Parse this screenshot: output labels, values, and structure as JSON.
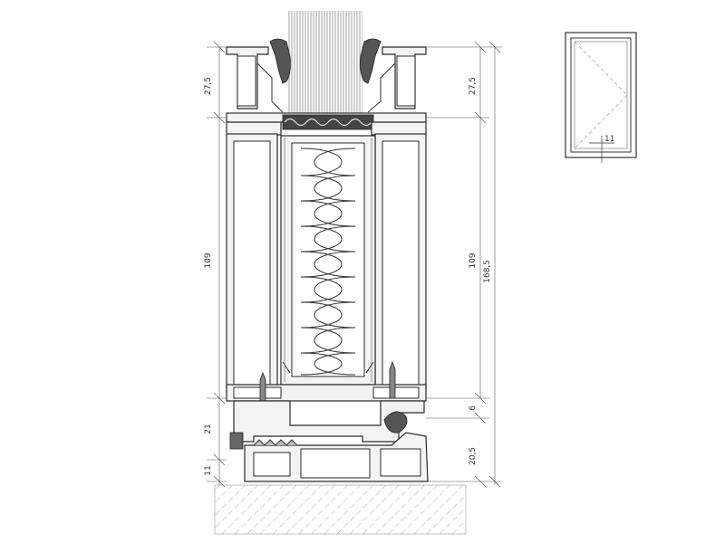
{
  "dimensions": {
    "left_top": "27,5",
    "left_mid": "109",
    "left_lower": "21",
    "left_bottom": "11",
    "right_top": "27,5",
    "right_mid": "109",
    "right_total": "168,5",
    "right_small": "6",
    "right_bottom": "20,5"
  },
  "thumbnail": {
    "label": "11"
  },
  "colors": {
    "stroke": "#2a2a2a",
    "profile_fill": "#f3f3f3",
    "gasket": "#555555",
    "hatch": "#888888"
  }
}
